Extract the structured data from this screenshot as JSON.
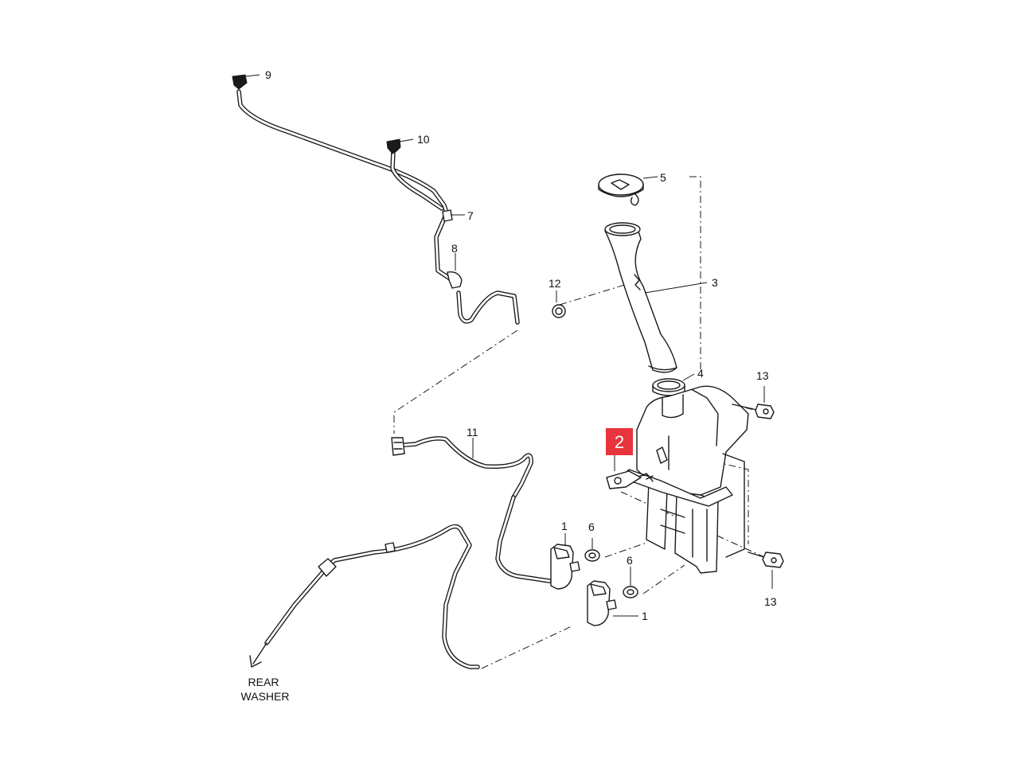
{
  "callouts": {
    "c1a": "1",
    "c1b": "1",
    "c3": "3",
    "c4": "4",
    "c5": "5",
    "c6a": "6",
    "c6b": "6",
    "c7": "7",
    "c8": "8",
    "c9": "9",
    "c10": "10",
    "c11": "11",
    "c12": "12",
    "c13a": "13",
    "c13b": "13"
  },
  "highlight": {
    "label": "2",
    "color": "#e8343c"
  },
  "rear_washer": {
    "line1": "REAR",
    "line2": "WASHER"
  },
  "icons": [
    "washer-nozzle-icon",
    "washer-pump-icon",
    "bolt-icon",
    "nut-icon",
    "grommet-icon",
    "arrow-icon"
  ]
}
